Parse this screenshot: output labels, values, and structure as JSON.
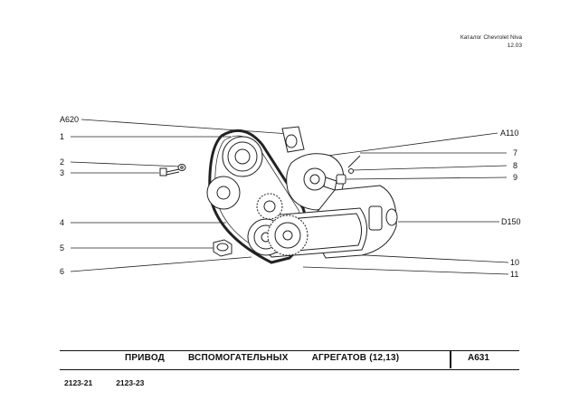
{
  "header": {
    "catalog": "Каталог Chevrolet Niva",
    "date": "12.03"
  },
  "callouts_left": [
    {
      "label": "A620"
    },
    {
      "label": "1"
    },
    {
      "label": "2"
    },
    {
      "label": "3"
    },
    {
      "label": "4"
    },
    {
      "label": "5"
    },
    {
      "label": "6"
    }
  ],
  "callouts_right": [
    {
      "label": "A110"
    },
    {
      "label": "7"
    },
    {
      "label": "8"
    },
    {
      "label": "9"
    },
    {
      "label": "D150"
    },
    {
      "label": "10"
    },
    {
      "label": "11"
    }
  ],
  "title": {
    "word1": "ПРИВОД",
    "word2": "ВСПОМОГАТЕЛЬНЫХ",
    "word3": "АГРЕГАТОВ (12,13)",
    "code": "A631"
  },
  "models": [
    "2123-21",
    "2123-23"
  ]
}
